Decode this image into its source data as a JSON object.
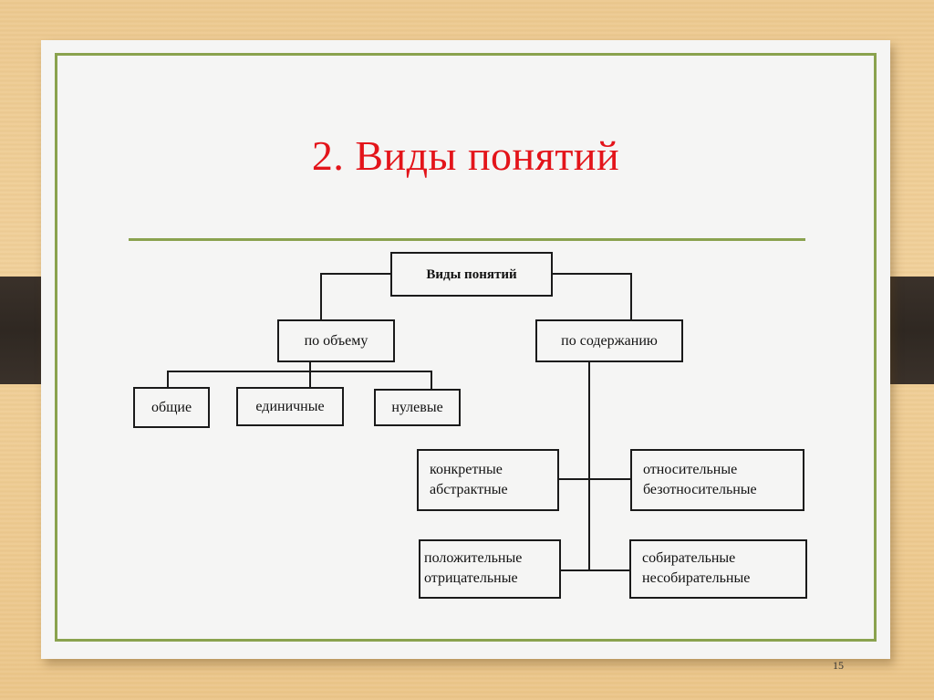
{
  "slide": {
    "title": "2. Виды понятий",
    "page_number": "15",
    "colors": {
      "title": "#e3141a",
      "accent_line": "#8aa24e",
      "background_wood": "#ecc88e",
      "slide_bg": "#f5f5f4",
      "clip": "#2f2822"
    }
  },
  "diagram": {
    "root": "Виды понятий",
    "branches": [
      {
        "label": "по объему",
        "children": [
          "общие",
          "единичные",
          "нулевые"
        ]
      },
      {
        "label": "по содержанию",
        "children": [
          {
            "line1": "конкретные",
            "line2": "абстрактные"
          },
          {
            "line1": "относительные",
            "line2": "безотносительные"
          },
          {
            "line1": "положительные",
            "line2": "отрицательные"
          },
          {
            "line1": "собирательные",
            "line2": "несобирательные"
          }
        ]
      }
    ]
  }
}
